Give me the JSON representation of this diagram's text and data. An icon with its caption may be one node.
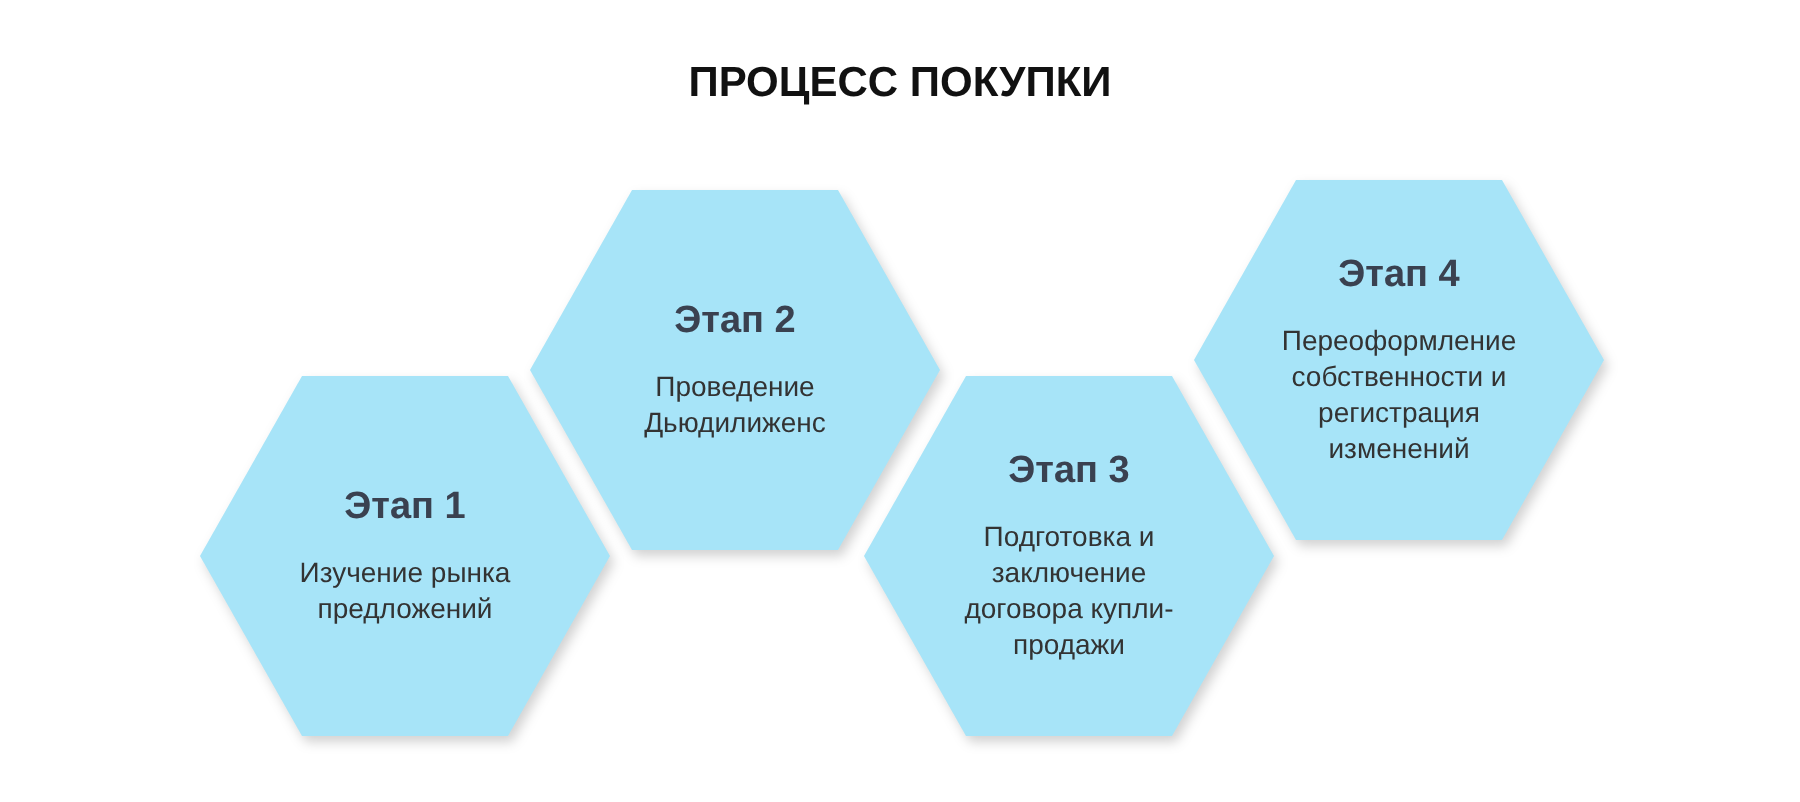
{
  "diagram": {
    "title": "ПРОЦЕСС ПОКУПКИ",
    "nodes": [
      {
        "text": [
          "Этап 1",
          "Изучение рынка предложений"
        ]
      },
      {
        "text": [
          "Этап 2",
          "Проведение Дьюдилиженс"
        ]
      },
      {
        "text": [
          "Этап 3",
          "Подготовка и заключение договора купли-продажи"
        ]
      },
      {
        "text": [
          "Этап 4",
          "Переоформление собственности и регистрация изменений"
        ]
      }
    ]
  }
}
